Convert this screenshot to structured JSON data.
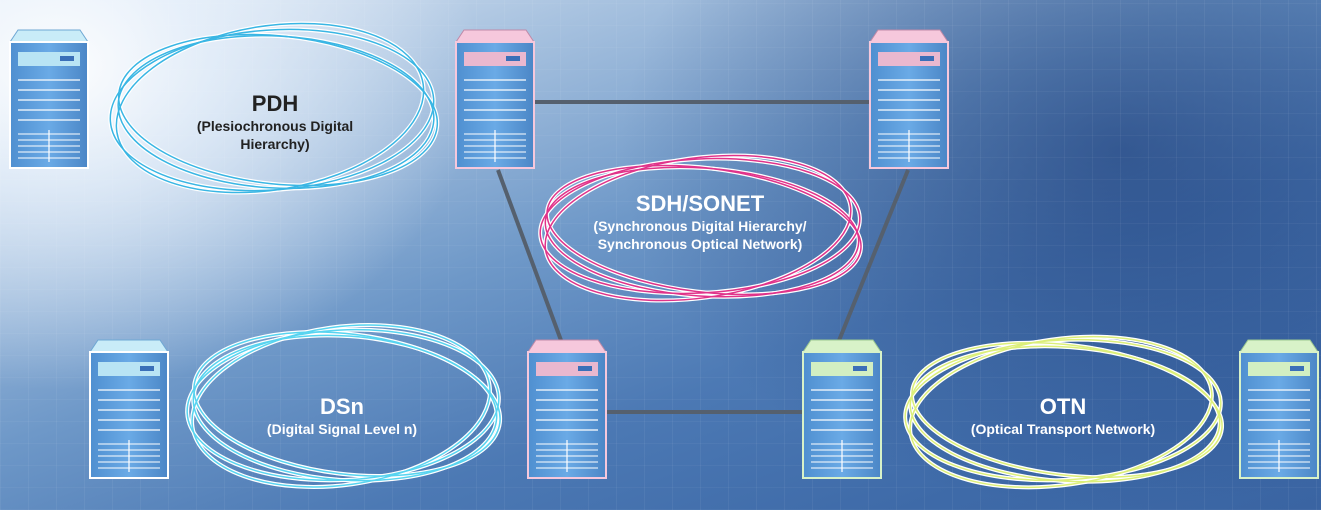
{
  "nodes": [
    {
      "id": "srv-pdh",
      "role": "server",
      "color": "cyan"
    },
    {
      "id": "srv-sdh-top-left",
      "role": "server",
      "color": "pink"
    },
    {
      "id": "srv-sdh-top-right",
      "role": "server",
      "color": "pink"
    },
    {
      "id": "srv-dsn-left",
      "role": "server",
      "color": "cyan"
    },
    {
      "id": "srv-sdh-bottom",
      "role": "server",
      "color": "pink"
    },
    {
      "id": "srv-otn-left",
      "role": "server",
      "color": "green"
    },
    {
      "id": "srv-otn-right",
      "role": "server",
      "color": "green"
    }
  ],
  "rings": {
    "pdh": {
      "name": "PDH",
      "full_line1": "(Plesiochronous Digital",
      "full_line2": "Hierarchy)",
      "color": "#3ab6e4"
    },
    "sdh": {
      "name": "SDH/SONET",
      "full_line1": "(Synchronous Digital Hierarchy/",
      "full_line2": "Synchronous Optical Network)",
      "color": "#e0338a"
    },
    "dsn": {
      "name": "DSn",
      "full_line1": "(Digital Signal Level n)",
      "color": "#58d4f0"
    },
    "otn": {
      "name": "OTN",
      "full_line1": "(Optical Transport Network)",
      "color": "#dcef7a"
    }
  },
  "colors": {
    "link_line": "#55606e",
    "server_cyan_top": "#c9ecf8",
    "server_pink_top": "#f6c8dc",
    "server_green_top": "#d8f2c8",
    "server_body": "#5b9bd8"
  }
}
